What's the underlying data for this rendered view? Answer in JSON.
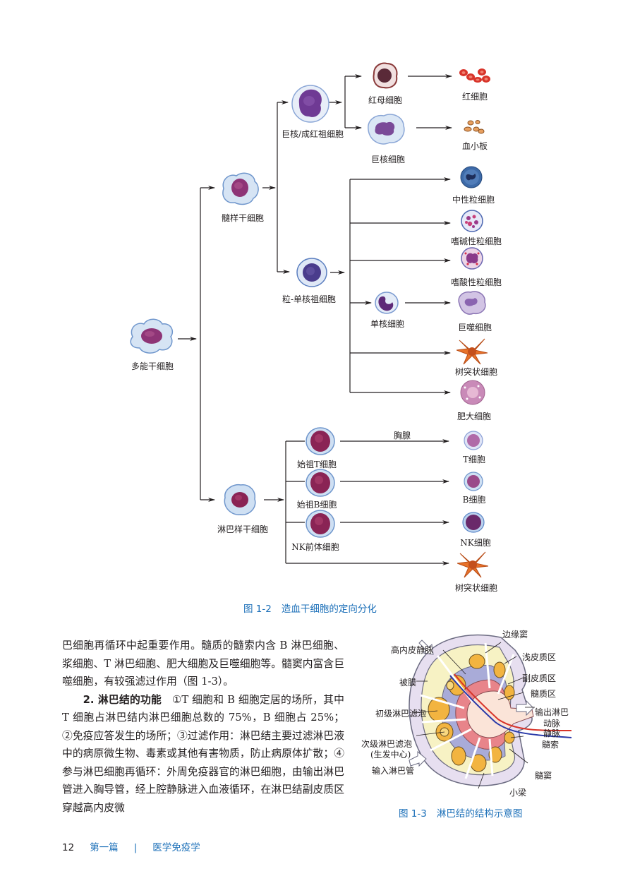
{
  "figure_1_2": {
    "caption_number": "图 1-2",
    "caption_title": "造血干细胞的定向分化",
    "cells": {
      "pluripotent_stem": "多能干细胞",
      "myeloid_stem": "髓样干细胞",
      "lymphoid_stem": "淋巴样干细胞",
      "mega_erythroid_progenitor": "巨核/成红祖细胞",
      "granulocyte_monocyte_progenitor": "粒-单核祖细胞",
      "erythroblast": "红母细胞",
      "megakaryocyte": "巨核细胞",
      "red_blood_cell": "红细胞",
      "platelet": "血小板",
      "neutrophil": "中性粒细胞",
      "basophil": "嗜碱性粒细胞",
      "eosinophil": "嗜酸性粒细胞",
      "monocyte": "单核细胞",
      "macrophage": "巨噬细胞",
      "dendritic_cell_myeloid": "树突状细胞",
      "mast_cell": "肥大细胞",
      "pro_t_cell": "始祖T细胞",
      "pro_b_cell": "始祖B细胞",
      "nk_precursor": "NK前体细胞",
      "t_cell": "T细胞",
      "b_cell": "B细胞",
      "nk_cell": "NK细胞",
      "dendritic_cell_lymphoid": "树突状细胞"
    },
    "arrow_labels": {
      "thymus": "胸腺"
    }
  },
  "body_text": {
    "paragraph_1": "巴细胞再循环中起重要作用。髓质的髓索内含 B 淋巴细胞、浆细胞、T 淋巴细胞、肥大细胞及巨噬细胞等。髓窦内富含巨噬细胞，有较强滤过作用（图 1-3）。",
    "section_heading": "2. 淋巴结的功能",
    "paragraph_2": "①T 细胞和 B 细胞定居的场所，其中 T 细胞占淋巴结内淋巴细胞总数的 75%，B 细胞占 25%；②免疫应答发生的场所；③过滤作用：淋巴结主要过滤淋巴液中的病原微生物、毒素或其他有害物质，防止病原体扩散；④参与淋巴细胞再循环：外周免疫器官的淋巴细胞，由输出淋巴管进入胸导管，经上腔静脉进入血液循环，在淋巴结副皮质区穿越高内皮微"
  },
  "figure_1_3": {
    "caption_number": "图 1-3",
    "caption_title": "淋巴结的结构示意图",
    "labels": {
      "marginal_sinus": "边缘窦",
      "hev": "高内皮静脉",
      "superficial_cortex": "浅皮质区",
      "capsule": "被膜",
      "paracortex": "副皮质区",
      "medulla": "髓质区",
      "primary_follicle": "初级淋巴滤泡",
      "efferent_lymph": "输出淋巴",
      "artery": "动脉",
      "vein": "静脉",
      "secondary_follicle": "次级淋巴滤泡",
      "germinal_center": "(生发中心)",
      "medullary_cord": "髓索",
      "afferent_lymph": "输入淋巴管",
      "medullary_sinus": "髓窦",
      "trabecula": "小梁"
    }
  },
  "footer": {
    "page_number": "12",
    "part": "第一篇",
    "separator": "|",
    "book_title": "医学免疫学"
  },
  "colors": {
    "caption_blue": "#1b6fb8",
    "text": "#231f20",
    "cell_nucleus_purple": "#7a2d6a",
    "cell_cytoplasm_blue": "#bcd3ee",
    "rbc_red": "#d8342a",
    "dendritic_orange": "#e8732a"
  }
}
